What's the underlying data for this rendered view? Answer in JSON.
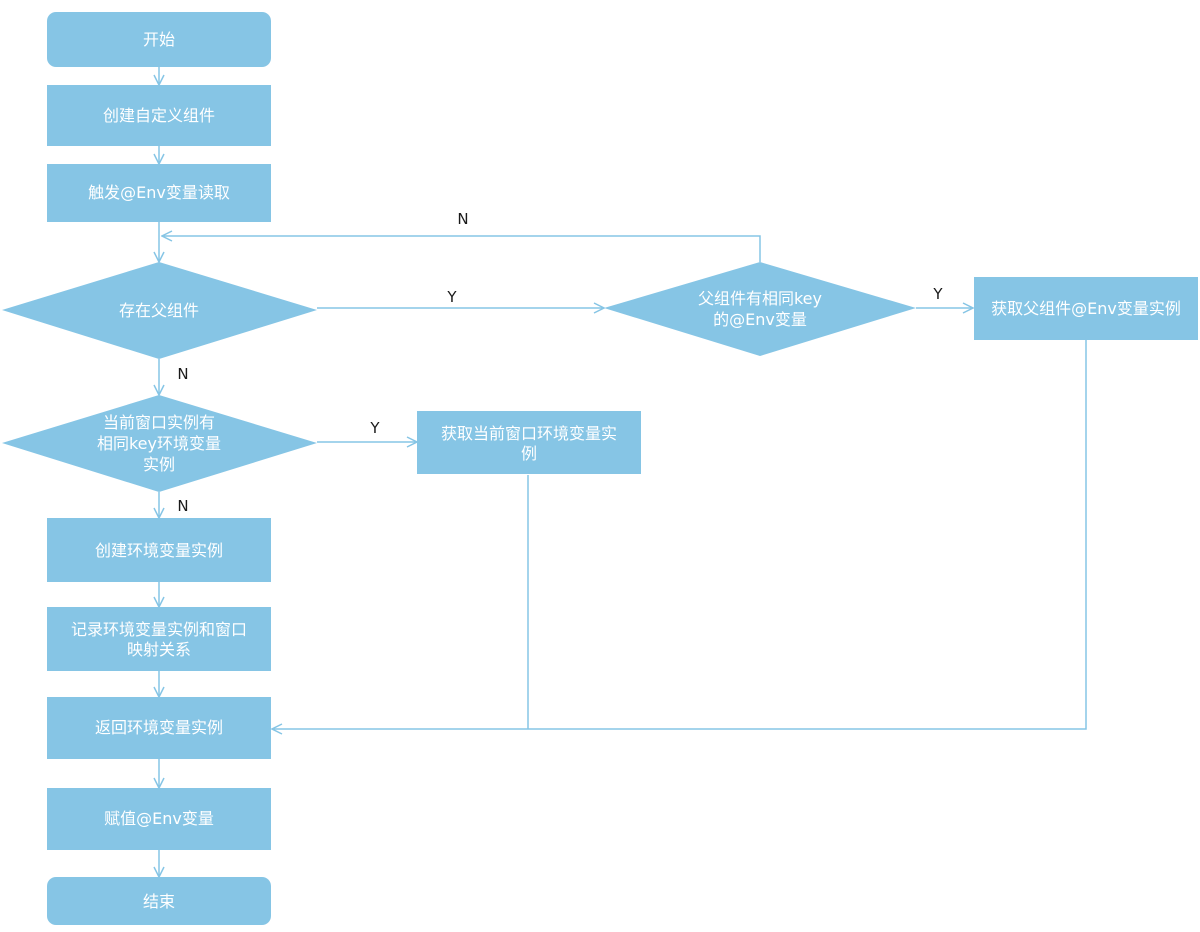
{
  "colors": {
    "node_fill": "#86c5e5",
    "line": "#86c5e5",
    "node_text": "#ffffff",
    "label_text": "#1a1a1a"
  },
  "nodes": {
    "start": "开始",
    "create_custom_component": "创建自定义组件",
    "trigger_env_read": "触发@Env变量读取",
    "has_parent": "存在父组件",
    "parent_has_same_key": [
      "父组件有相同key",
      "的@Env变量"
    ],
    "get_parent_instance": "获取父组件@Env变量实例",
    "window_has_same_key": [
      "当前窗口实例有",
      "相同key环境变量",
      "实例"
    ],
    "get_window_instance": [
      "获取当前窗口环境变量实",
      "例"
    ],
    "create_env_instance": "创建环境变量实例",
    "record_mapping": [
      "记录环境变量实例和窗口",
      "映射关系"
    ],
    "return_instance": "返回环境变量实例",
    "assign_env": "赋值@Env变量",
    "end": "结束"
  },
  "edge_labels": {
    "parent_check_no": "N",
    "has_parent_yes": "Y",
    "parent_key_yes": "Y",
    "has_parent_no": "N",
    "window_check_yes": "Y",
    "window_check_no": "N"
  }
}
